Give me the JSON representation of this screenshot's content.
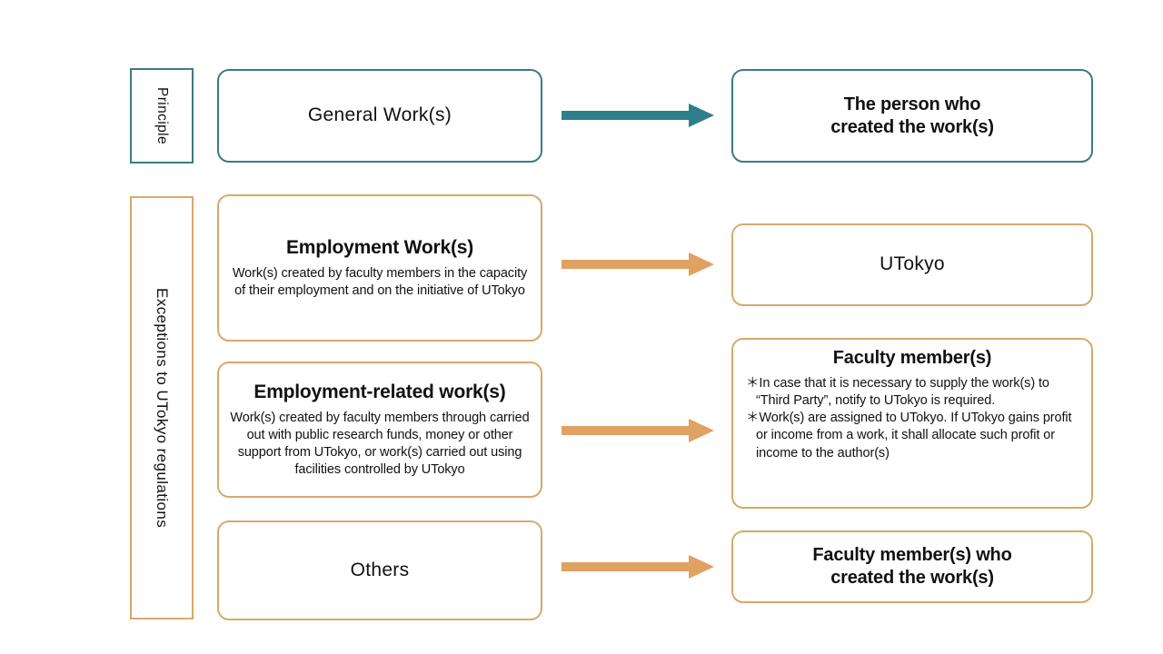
{
  "colors": {
    "teal": "#3d7a85",
    "teal_arrow": "#2e7f8c",
    "orange": "#d9a86c",
    "orange_arrow": "#e0a163",
    "text": "#111111",
    "background": "#ffffff"
  },
  "categories": {
    "principle": "Principle",
    "exceptions": "Exceptions to UTokyo regulations"
  },
  "rows": [
    {
      "id": "principle",
      "accent": "teal",
      "source": {
        "title": "General Work(s)",
        "body": ""
      },
      "arrow": "arrow-right-teal",
      "target": {
        "title": "The person who\ncreated the work(s)",
        "body": ""
      }
    },
    {
      "id": "employment-work",
      "accent": "orange",
      "source": {
        "title": "Employment Work(s)",
        "body": "Work(s) created by faculty members in the capacity of their employment and on the initiative of UTokyo"
      },
      "arrow": "arrow-right-orange",
      "target": {
        "title": "UTokyo",
        "body": ""
      }
    },
    {
      "id": "employment-related-work",
      "accent": "orange",
      "source": {
        "title": "Employment-related work(s)",
        "body": "Work(s) created by faculty members through carried out with public research funds, money or other support from UTokyo, or work(s) carried out using facilities controlled by UTokyo"
      },
      "arrow": "arrow-right-orange",
      "target": {
        "title": "Faculty member(s)",
        "notes": [
          "＊In case that it is necessary to supply the work(s) to “Third Party”, notify to UTokyo is required.",
          "＊Work(s) are assigned to UTokyo. If UTokyo gains profit or income from a work, it shall allocate such profit or income to the author(s)"
        ]
      }
    },
    {
      "id": "others",
      "accent": "orange",
      "source": {
        "title": "Others",
        "body": ""
      },
      "arrow": "arrow-right-orange",
      "target": {
        "title": "Faculty member(s) who\ncreated the work(s)",
        "body": ""
      }
    }
  ]
}
